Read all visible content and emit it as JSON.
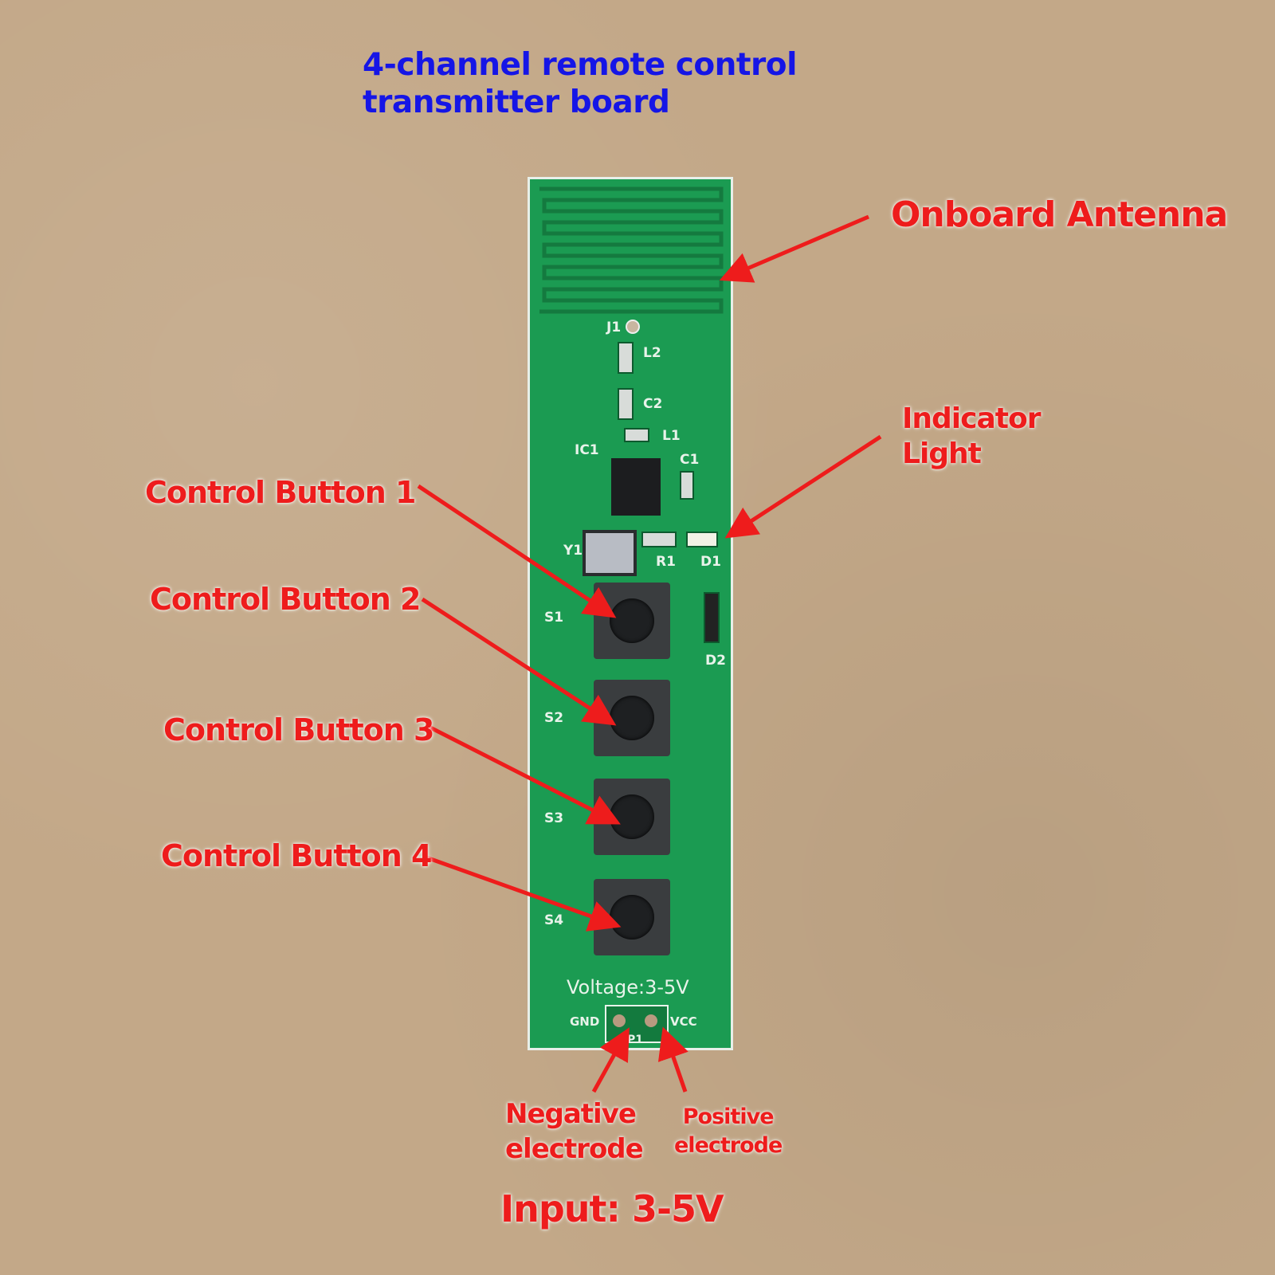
{
  "title": {
    "line1": "4-channel remote control",
    "line2": "transmitter board"
  },
  "callouts": {
    "antenna": "Onboard Antenna",
    "indicator_line1": "Indicator",
    "indicator_line2": "Light",
    "button1": "Control Button 1",
    "button2": "Control Button 2",
    "button3": "Control Button 3",
    "button4": "Control Button 4",
    "negative_line1": "Negative",
    "negative_line2": "electrode",
    "positive_line1": "Positive",
    "positive_line2": "electrode",
    "input": "Input: 3-5V"
  },
  "silkscreen": {
    "j1": "J1",
    "l2": "L2",
    "c2": "C2",
    "l1": "L1",
    "ic1": "IC1",
    "c1": "C1",
    "y1": "Y1",
    "r1": "R1",
    "d1": "D1",
    "d2": "D2",
    "s1": "S1",
    "s2": "S2",
    "s3": "S3",
    "s4": "S4",
    "voltage": "Voltage:3-5V",
    "gnd": "GND",
    "vcc": "VCC",
    "p1": "P1"
  },
  "colors": {
    "title": "#1515e6",
    "callout": "#ee1c1c",
    "pcb": "#1b9b52"
  }
}
